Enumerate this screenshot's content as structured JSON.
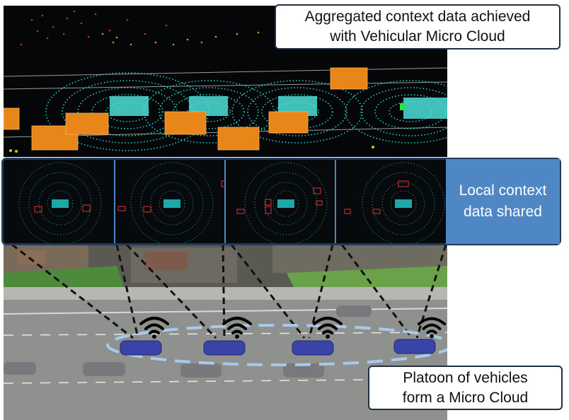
{
  "top_callout": {
    "line1": "Aggregated context data achieved",
    "line2": "with Vehicular Micro Cloud"
  },
  "side_label": {
    "line1": "Local context",
    "line2": "data shared"
  },
  "bottom_callout": {
    "line1": "Platoon of vehicles",
    "line2": "form a Micro Cloud"
  },
  "colors": {
    "accent_blue": "#4f87c5",
    "border_dark": "#203040",
    "lidar_cyan": "#22d3d0",
    "box_orange": "#e8861a",
    "ellipse_blue": "#a9c8ea",
    "car_blue": "#3a44a8"
  },
  "icons": [
    "wifi-icon",
    "wifi-icon",
    "wifi-icon",
    "wifi-icon"
  ]
}
